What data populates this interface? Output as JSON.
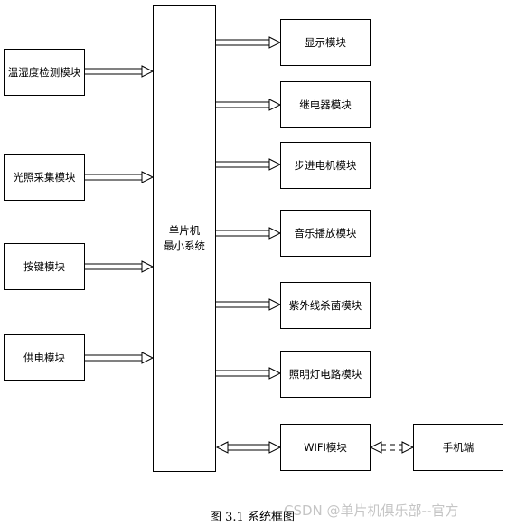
{
  "modules": {
    "temp_humidity": "温湿度检测模块",
    "light": "光照采集模块",
    "keys": "按键模块",
    "power": "供电模块",
    "mcu_line1": "单片机",
    "mcu_line2": "最小系统",
    "display": "显示模块",
    "relay": "继电器模块",
    "stepper": "步进电机模块",
    "music": "音乐播放模块",
    "uv": "紫外线杀菌模块",
    "lighting": "照明灯电路模块",
    "wifi": "WIFI模块",
    "phone": "手机端"
  },
  "caption": "图 3.1 系统框图",
  "watermark": "CSDN @单片机俱乐部--官方"
}
